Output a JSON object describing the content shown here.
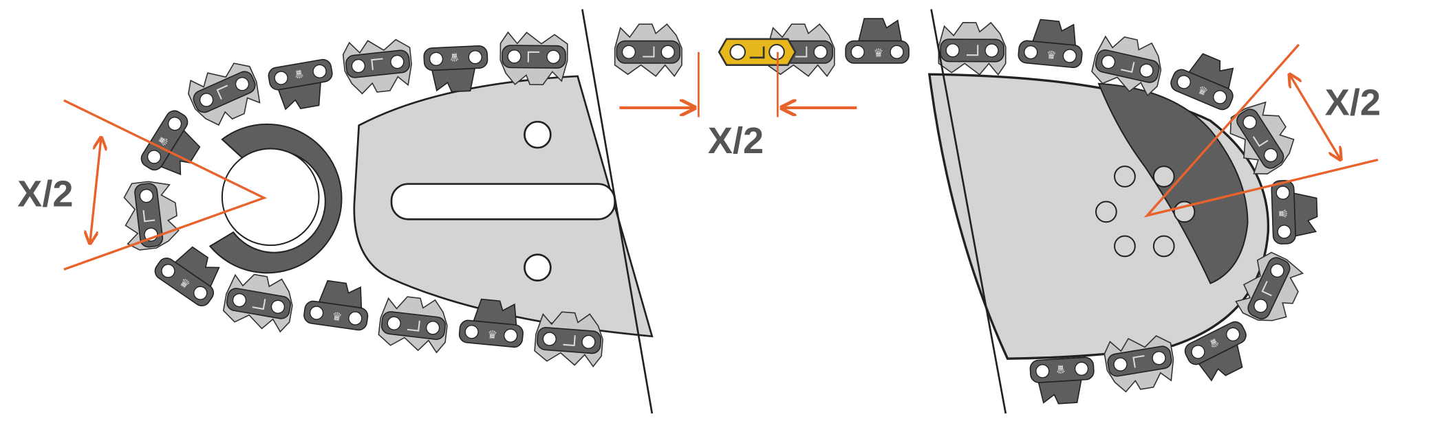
{
  "labels": {
    "left_pitch": "X/2",
    "middle_pitch": "X/2",
    "right_pitch": "X/2"
  },
  "colors": {
    "measure_line": "#e8622c",
    "highlight_link": "#e8b71c",
    "chain_dark": "#5e5e5e",
    "chain_light": "#c7c7c7",
    "bar": "#d4d4d4",
    "label": "#555555"
  },
  "icons": {
    "brand_mark": "husqvarna-crown-icon"
  }
}
